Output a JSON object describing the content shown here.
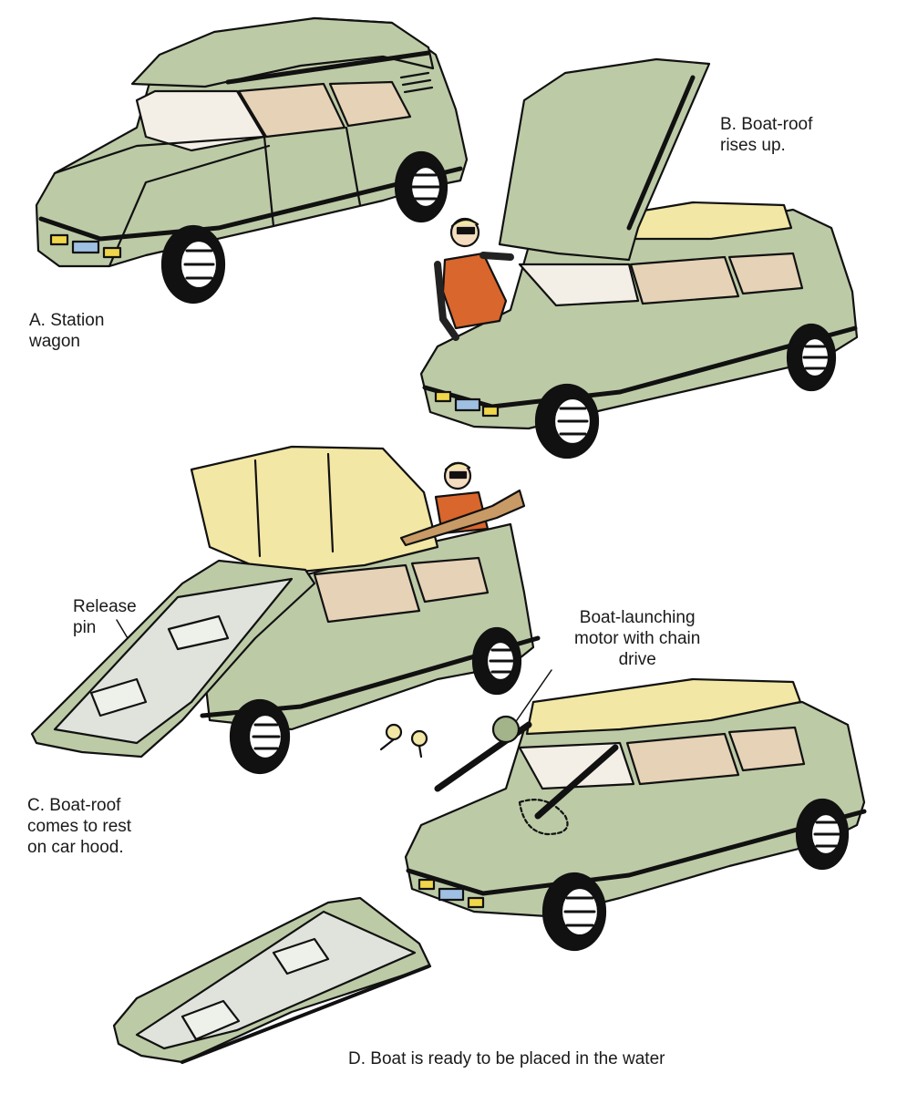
{
  "labels": {
    "a": "A. Station\nwagon",
    "b": "B. Boat-roof\nrises up.",
    "release_pin": "Release\npin",
    "motor": "Boat-launching\nmotor with chain\ndrive",
    "c": "C. Boat-roof\ncomes to rest\non car hood.",
    "d": "D. Boat is ready to be placed in the water"
  },
  "colors": {
    "car_body": "#bccaa6",
    "car_shadow": "#a3b38a",
    "roof_cream": "#f2e7a4",
    "seat_tan": "#e6d2b6",
    "vest_orange": "#d9662c",
    "light_yellow": "#f0d64a",
    "plate_blue": "#9fc0e2",
    "outline": "#111111"
  },
  "icons": [
    "car-icon",
    "boat-icon",
    "person-icon",
    "oar-icon",
    "wheel-icon"
  ]
}
